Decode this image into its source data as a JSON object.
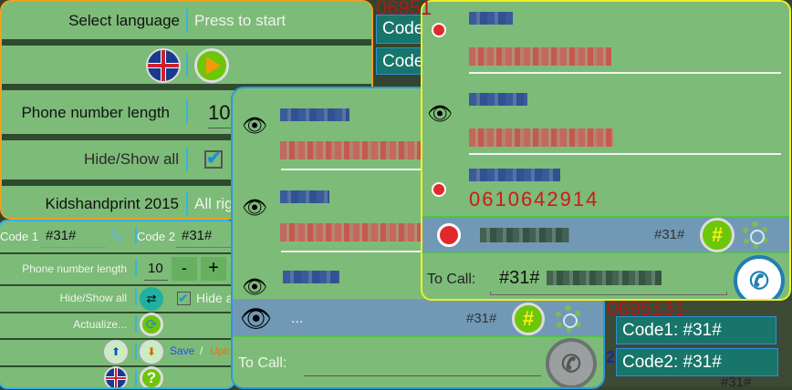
{
  "background": {
    "number_top": "06951",
    "code_top": [
      "Code",
      "Code"
    ],
    "number_bottom": "0695131",
    "code1": "Code1: #31#",
    "code2": "Code2: #31#",
    "code_fragment": "#31#",
    "fragment_digit": "2"
  },
  "settings_panel": {
    "select_language_label": "Select language",
    "press_to_start": "Press to start",
    "phone_length_label": "Phone number length",
    "phone_length_value": "10",
    "hide_show_label": "Hide/Show all",
    "hide_checked": true,
    "credits_label": "Kidshandprint 2015",
    "credits_value": "All rig"
  },
  "settings_panel_small": {
    "code1_label": "Code 1",
    "code1_value": "#31#",
    "code2_label": "Code 2",
    "code2_value": "#31#",
    "phone_length_label": "Phone number length",
    "phone_length_value": "10",
    "minus": "-",
    "plus": "+",
    "hide_show_label": "Hide/Show all",
    "hide_label": "Hide a",
    "actualize_label": "Actualize...",
    "save_label": "Save",
    "slash": "/",
    "upload_label": "Uplo",
    "help": "?"
  },
  "contacts_panel_mid": {
    "bar_text": "...",
    "code": "#31#",
    "hash": "#",
    "to_call_label": "To Call:"
  },
  "contacts_panel_front": {
    "partial_number": "0610642914",
    "code": "#31#",
    "hash": "#",
    "to_call_label": "To Call:",
    "to_call_value": "#31#"
  },
  "colors": {
    "panel_green": "#7dbb78",
    "bar_blue": "#7199b6",
    "accent_cyan": "#33b5e5",
    "orange": "#f0a020",
    "yellow": "#f2ee20"
  }
}
